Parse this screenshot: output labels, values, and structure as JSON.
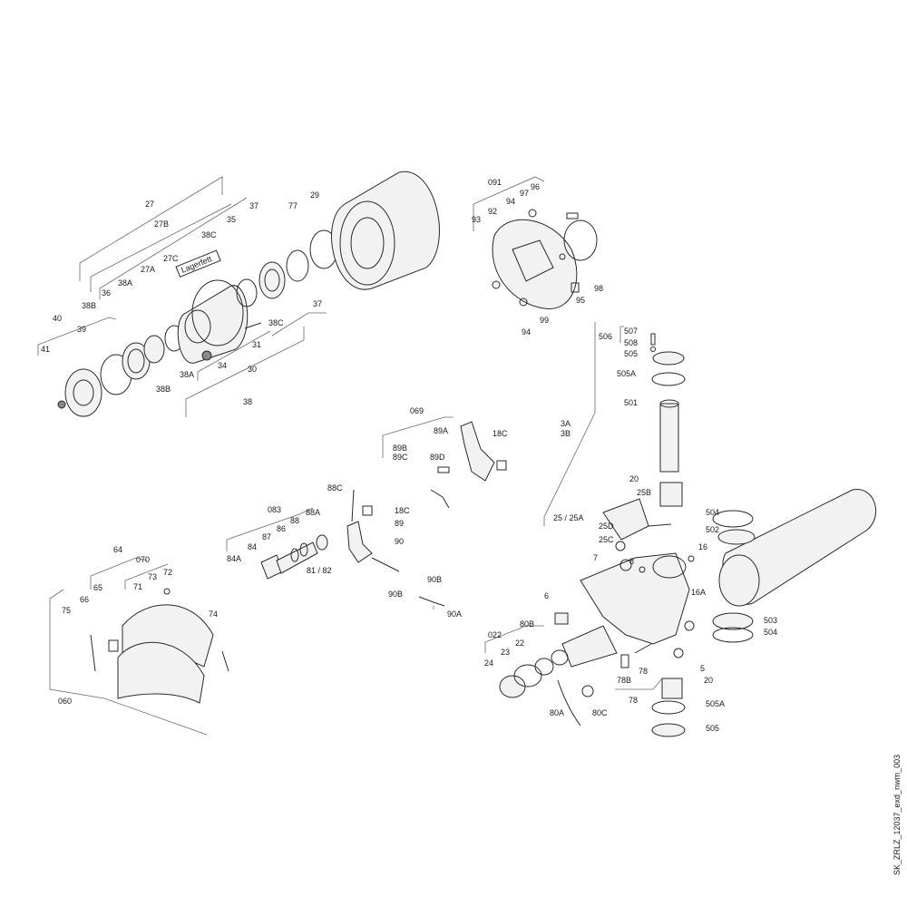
{
  "drawing": {
    "figure_id": "SK_ZRLZ_12037_exd_nwm_003",
    "stamp_text": "Lagerfett"
  },
  "labels": {
    "l27": "27",
    "l27B": "27B",
    "l38C_a": "38C",
    "l27C": "27C",
    "l27A": "27A",
    "l38A_a": "38A",
    "l36": "36",
    "l38B_a": "38B",
    "l40": "40",
    "l39": "39",
    "l41": "41",
    "l38B_b": "38B",
    "l38A_b": "38A",
    "l34": "34",
    "l31": "31",
    "l30": "30",
    "l38": "38",
    "l35": "35",
    "l37_a": "37",
    "l77": "77",
    "l29": "29",
    "l38C_b": "38C",
    "l37_b": "37",
    "l091": "091",
    "l96": "96",
    "l97": "97",
    "l94_a": "94",
    "l92": "92",
    "l93": "93",
    "l98": "98",
    "l95": "95",
    "l99": "99",
    "l94_b": "94",
    "l507": "507",
    "l508": "508",
    "l506": "506",
    "l505_a": "505",
    "l505A_a": "505A",
    "l501": "501",
    "l3A": "3A",
    "l3B": "3B",
    "l20_a": "20",
    "l25B": "25B",
    "l504_a": "504",
    "l502": "502",
    "l25_25A": "25 / 25A",
    "l25D": "25D",
    "l25C": "25C",
    "l7": "7",
    "l8": "8",
    "l16": "16",
    "l16A": "16A",
    "l6": "6",
    "l503": "503",
    "l504_b": "504",
    "l5": "5",
    "l80B": "80B",
    "l022": "022",
    "l22": "22",
    "l23": "23",
    "l24": "24",
    "l78B": "78B",
    "l78_a": "78",
    "l78_b": "78",
    "l20_b": "20",
    "l505A_b": "505A",
    "l505_b": "505",
    "l80A": "80A",
    "l80C": "80C",
    "l069": "069",
    "l89A": "89A",
    "l18C_a": "18C",
    "l89B": "89B",
    "l89C": "89C",
    "l89D": "89D",
    "l88C": "88C",
    "l18C_b": "18C",
    "l89": "89",
    "l90": "90",
    "l90B_a": "90B",
    "l90B_b": "90B",
    "l90A": "90A",
    "l083": "083",
    "l88A": "88A",
    "l88": "88",
    "l86": "86",
    "l87": "87",
    "l84": "84",
    "l84A": "84A",
    "l81_82": "81 / 82",
    "l64": "64",
    "l070": "070",
    "l73": "73",
    "l72": "72",
    "l65": "65",
    "l71": "71",
    "l66": "66",
    "l75": "75",
    "l74": "74",
    "l060": "060"
  }
}
